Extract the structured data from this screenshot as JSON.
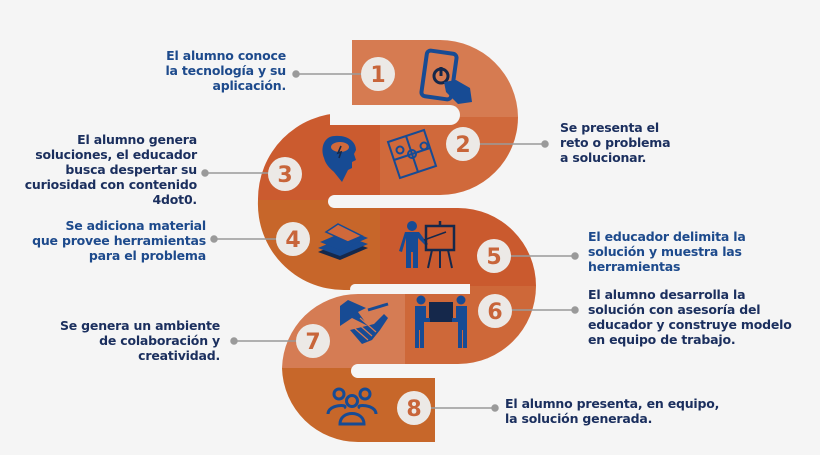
{
  "diagram": {
    "type": "serpentine-process",
    "colors": {
      "background": "#f5f5f5",
      "seg1": "#D67B51",
      "seg2": "#D0693B",
      "seg3": "#CB5B2F",
      "seg4": "#C7662A",
      "seg5": "#CA5A2E",
      "seg6": "#CE6839",
      "seg7": "#D57C54",
      "seg8": "#C7672A",
      "circle": "#ECE9E6",
      "number": "#C8653A",
      "icon": "#174B94",
      "icon_dark": "#15284B",
      "text_dark": "#1b2f5e",
      "text_blue": "#1d4a8c",
      "connector": "#9a9a9a"
    },
    "steps": [
      {
        "number": "1",
        "icon": "tablet-touch-power-icon",
        "lines": [
          "El alumno conoce",
          "la tecnología y su",
          "aplicación."
        ]
      },
      {
        "number": "2",
        "icon": "puzzle-icon",
        "lines": [
          "Se presenta el",
          "reto o problema",
          "a solucionar."
        ]
      },
      {
        "number": "3",
        "icon": "head-brainstorm-icon",
        "lines": [
          "El alumno genera",
          "soluciones, el educador",
          "busca despertar su",
          "curiosidad con contenido",
          "4dot0."
        ]
      },
      {
        "number": "4",
        "icon": "paper-stack-icon",
        "lines": [
          "Se adiciona material",
          "que provee herramientas",
          "para el problema"
        ]
      },
      {
        "number": "5",
        "icon": "presenter-board-icon",
        "lines": [
          "El educador delimita la",
          "solución y muestra las",
          "herramientas"
        ]
      },
      {
        "number": "6",
        "icon": "people-carrying-box-icon",
        "lines": [
          "El alumno desarrolla la",
          "solución con asesoría del",
          "educador y construye modelo",
          "en equipo de trabajo."
        ]
      },
      {
        "number": "7",
        "icon": "handshake-icon",
        "lines": [
          "Se genera un ambiente",
          "de colaboración y",
          "creatividad."
        ]
      },
      {
        "number": "8",
        "icon": "group-people-icon",
        "lines": [
          "El alumno presenta, en equipo,",
          "la solución generada."
        ]
      }
    ]
  }
}
